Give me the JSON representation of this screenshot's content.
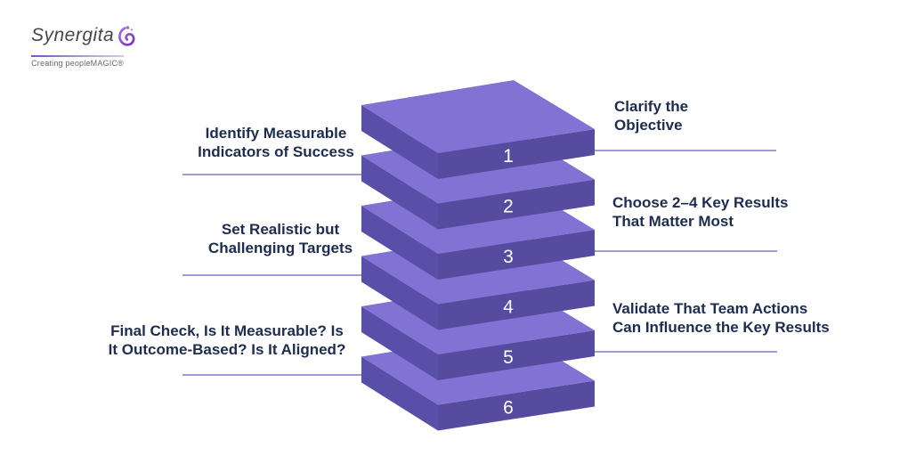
{
  "page": {
    "background": "#ffffff"
  },
  "logo": {
    "brand": "Synergita",
    "tagline": "Creating peopleMAGIC®"
  },
  "colors": {
    "page-bg": "#ffffff",
    "face-top": "#8172d4",
    "face-front": "#564b9e",
    "face-left": "#5a4fa8",
    "connector-line": "#a29ad7",
    "label-text": "#1d2c4f",
    "number-text": "#ffffff",
    "brand-text": "#47464e",
    "tagline-text": "#68676f",
    "brand-purple": "#8a4fd0"
  },
  "stack": {
    "layers": [
      {
        "number": "1",
        "side": "right",
        "label": "Clarify the\nObjective"
      },
      {
        "number": "2",
        "side": "left",
        "label": "Identify Measurable\nIndicators of Success"
      },
      {
        "number": "3",
        "side": "right",
        "label": "Choose 2–4 Key Results\nThat Matter Most"
      },
      {
        "number": "4",
        "side": "left",
        "label": "Set Realistic but\nChallenging Targets"
      },
      {
        "number": "5",
        "side": "right",
        "label": "Validate That Team Actions\nCan Influence the Key Results"
      },
      {
        "number": "6",
        "side": "left",
        "label": "Final Check, Is It Measurable? Is\nIt Outcome-Based? Is It Aligned?"
      }
    ]
  }
}
